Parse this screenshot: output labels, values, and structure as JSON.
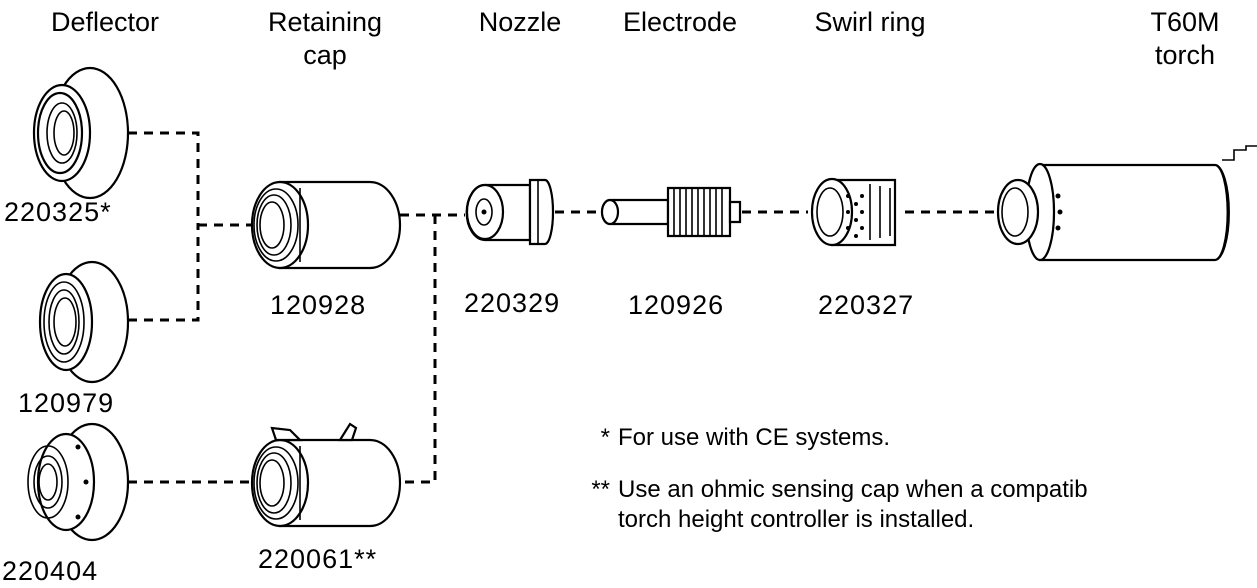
{
  "headers": {
    "deflector": "Deflector",
    "retaining_cap": [
      "Retaining",
      "cap"
    ],
    "nozzle": "Nozzle",
    "electrode": "Electrode",
    "swirl_ring": "Swirl ring",
    "torch": [
      "T60M",
      "torch"
    ]
  },
  "parts": {
    "deflector_ce": "220325*",
    "deflector_std": "120979",
    "deflector_ohmic": "220404",
    "retaining_cap_std": "120928",
    "retaining_cap_ohmic": "220061**",
    "nozzle": "220329",
    "electrode": "120926",
    "swirl_ring": "220327"
  },
  "notes": [
    {
      "marker": "*",
      "text": "For use with CE systems."
    },
    {
      "marker": "**",
      "lines": [
        "Use an ohmic sensing cap when a compatib",
        "torch height controller is installed."
      ]
    }
  ]
}
